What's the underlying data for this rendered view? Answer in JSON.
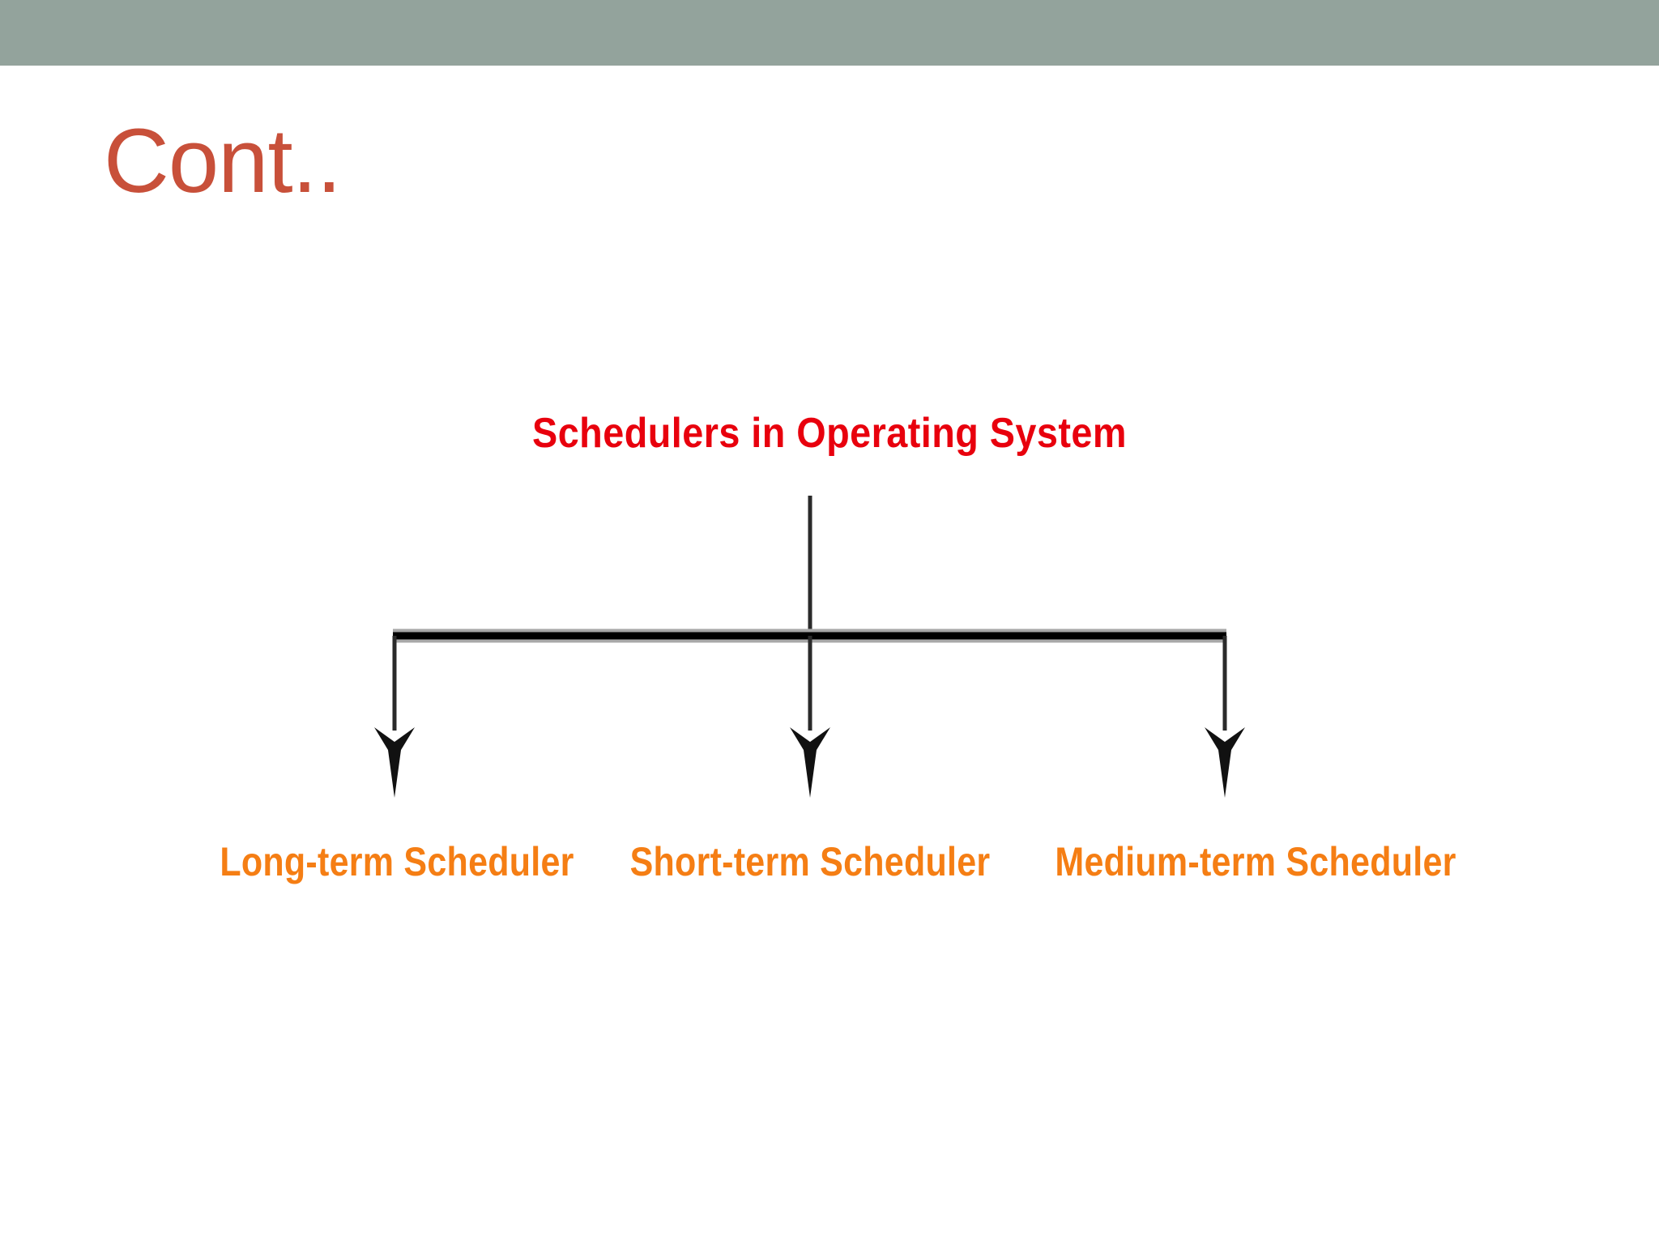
{
  "slide": {
    "title": "Cont..",
    "header_color": "#93A39C",
    "title_color": "#C8503A",
    "background_color": "#FFFFFF"
  },
  "diagram": {
    "type": "tree",
    "root": {
      "label": "Schedulers in Operating System",
      "color": "#E8000D"
    },
    "leaf_color": "#F57E14",
    "connector_color": "#000000",
    "children": [
      {
        "label": "Long-term Scheduler"
      },
      {
        "label": "Short-term Scheduler"
      },
      {
        "label": "Medium-term Scheduler"
      }
    ]
  }
}
